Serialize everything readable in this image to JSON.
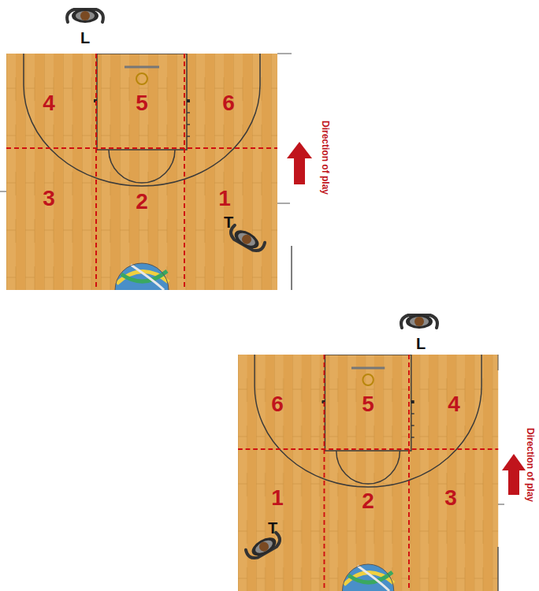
{
  "diagram": {
    "labels": [
      "L",
      "4",
      "5",
      "6",
      "3",
      "2",
      "1",
      "T",
      "Direction of play",
      "L",
      "6",
      "5",
      "4",
      "1",
      "2",
      "3",
      "T",
      "Direction of play"
    ]
  }
}
